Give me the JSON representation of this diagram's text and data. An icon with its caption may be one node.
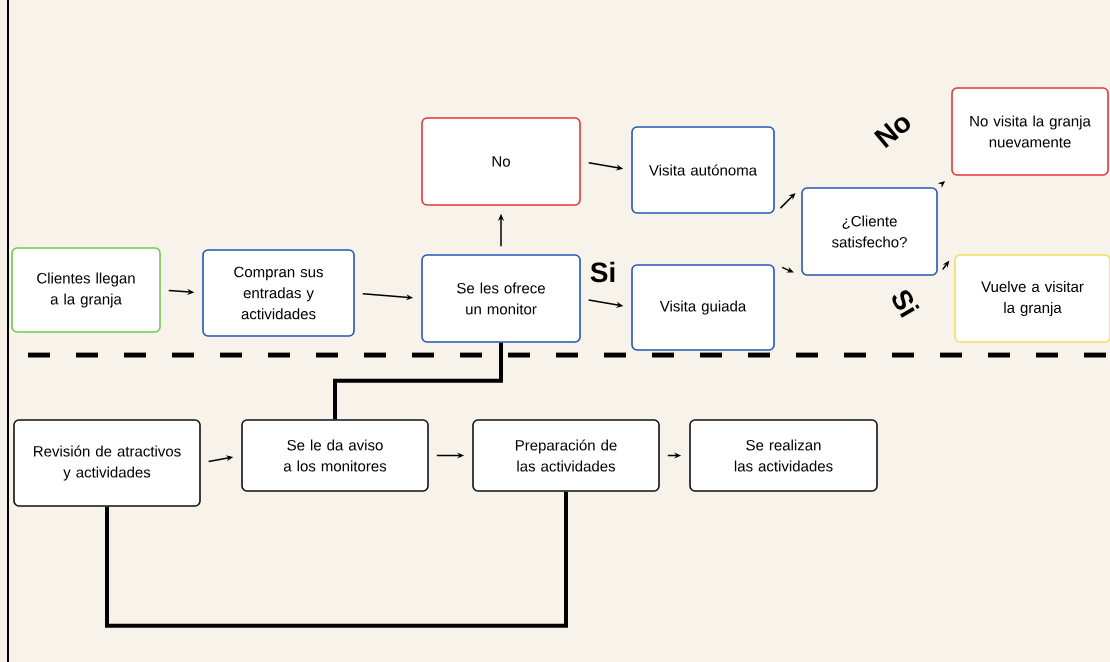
{
  "diagram": {
    "nodes": [
      {
        "text": [
          "Clientes llegan a la granja"
        ]
      },
      {
        "text": [
          "Compran sus entradas y actividades"
        ]
      },
      {
        "text": [
          "Se les ofrece un monitor"
        ]
      },
      {
        "text": [
          "No"
        ]
      },
      {
        "text": [
          "Visita autónoma"
        ]
      },
      {
        "text": [
          "Visita guiada"
        ]
      },
      {
        "text": [
          "¿Cliente satisfecho?"
        ]
      },
      {
        "text": [
          "No visita la granja nuevamente"
        ]
      },
      {
        "text": [
          "Vuelve a visitar la granja"
        ]
      },
      {
        "text": [
          "Revisión de atractivos y actividades"
        ]
      },
      {
        "text": [
          "Se le da aviso a los monitores"
        ]
      },
      {
        "text": [
          "Preparación de las actividades"
        ]
      },
      {
        "text": [
          "Se realizan las actividades"
        ]
      }
    ],
    "edges": [
      {
        "from": 0,
        "to": 1,
        "arrow": "to"
      },
      {
        "from": 1,
        "to": 2,
        "arrow": "to"
      },
      {
        "from": 2,
        "to": 3,
        "arrow": "to"
      },
      {
        "from": 3,
        "to": 4,
        "arrow": "to"
      },
      {
        "from": 2,
        "to": 5,
        "arrow": "to",
        "label": "Si"
      },
      {
        "from": 4,
        "to": 6,
        "arrow": "to"
      },
      {
        "from": 5,
        "to": 6,
        "arrow": "to"
      },
      {
        "from": 6,
        "to": 7,
        "arrow": "to",
        "label": "No"
      },
      {
        "from": 6,
        "to": 8,
        "arrow": "to",
        "label": "Si"
      },
      {
        "from": 9,
        "to": 10,
        "arrow": "to"
      },
      {
        "from": 10,
        "to": 11,
        "arrow": "to"
      },
      {
        "from": 11,
        "to": 12,
        "arrow": "to"
      },
      {
        "from": 2,
        "to": 10,
        "arrow": "none",
        "style": "thick"
      },
      {
        "from": 9,
        "to": 11,
        "arrow": "none",
        "style": "thick"
      }
    ]
  }
}
